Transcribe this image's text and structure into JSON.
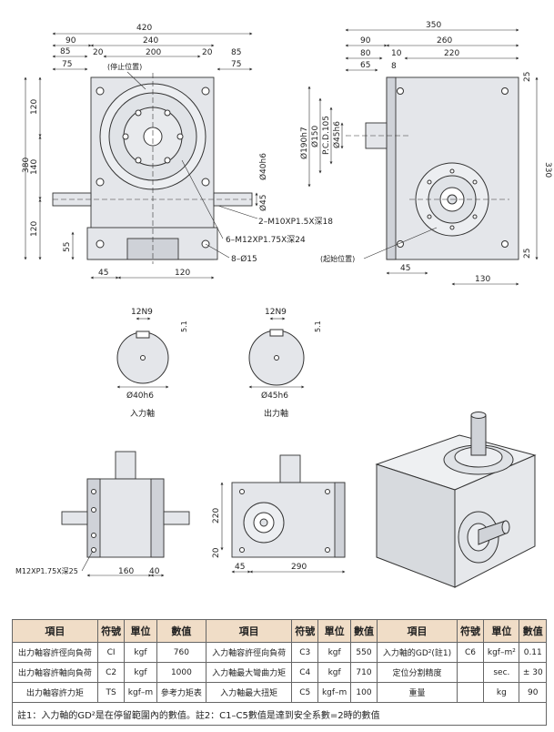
{
  "views": {
    "front": {
      "overall_width": "420",
      "seg_90": "90",
      "seg_240": "240",
      "seg_85_left": "85",
      "seg_20_left": "20",
      "seg_200": "200",
      "seg_20_right": "20",
      "seg_85_right": "85",
      "seg_75_left": "75",
      "seg_75_right": "75",
      "stop_position": "(停止位置)",
      "height_380": "380",
      "v_120_top": "120",
      "v_140": "140",
      "v_120_bottom": "120",
      "v_55": "55",
      "dia_40h6": "Ø40h6",
      "dim_45": "Ø45",
      "note_m10": "2–M10XP1.5X深18",
      "note_m12": "6–M12XP1.75X深24",
      "note_15": "8–Ø15",
      "bottom_45": "45",
      "bottom_120": "120"
    },
    "side": {
      "overall_width": "350",
      "seg_90": "90",
      "seg_260": "260",
      "seg_80": "80",
      "seg_10": "10",
      "seg_220": "220",
      "seg_65": "65",
      "seg_8": "8",
      "dia_190h7": "Ø190h7",
      "dia_150": "Ø150",
      "pcd_105": "P.C.D.105",
      "dia_45h6": "Ø45h6",
      "v_25_top": "25",
      "v_330": "330",
      "v_25_bottom": "25",
      "start_position": "(起始位置)",
      "bottom_45": "45",
      "bottom_130": "130"
    },
    "shaft_in": {
      "keyway": "12N9",
      "depth": "5.1",
      "diameter": "Ø40h6",
      "caption": "入力軸"
    },
    "shaft_out": {
      "keyway": "12N9",
      "depth": "5.1",
      "diameter": "Ø45h6",
      "caption": "出力軸"
    },
    "top_view": {
      "note": "M12XP1.75X深25",
      "w_160": "160",
      "w_40": "40"
    },
    "bottom_view": {
      "h_220": "220",
      "h_20": "20",
      "w_45": "45",
      "w_290": "290"
    }
  },
  "table": {
    "headers": [
      "項目",
      "符號",
      "單位",
      "數值",
      "項目",
      "符號",
      "單位",
      "數值",
      "項目",
      "符號",
      "單位",
      "數值"
    ],
    "rows": [
      [
        "出力軸容許徑向負荷",
        "CI",
        "kgf",
        "760",
        "入力軸容許徑向負荷",
        "C3",
        "kgf",
        "550",
        "入力軸的GD²(註1)",
        "C6",
        "kgf–m²",
        "0.11"
      ],
      [
        "出力軸容許軸向負荷",
        "C2",
        "kgf",
        "1000",
        "入力軸最大彎曲力矩",
        "C4",
        "kgf",
        "710",
        "定位分割精度",
        "",
        "sec.",
        "± 30"
      ],
      [
        "出力軸容許力矩",
        "TS",
        "kgf–m",
        "參考力矩表",
        "入力軸最大扭矩",
        "C5",
        "kgf–m",
        "100",
        "重量",
        "",
        "kg",
        "90"
      ]
    ],
    "note": "註1：入力軸的GD²是在停留範圍內的數值。註2：C1–C5數值是達到安全系數=2時的數值"
  }
}
